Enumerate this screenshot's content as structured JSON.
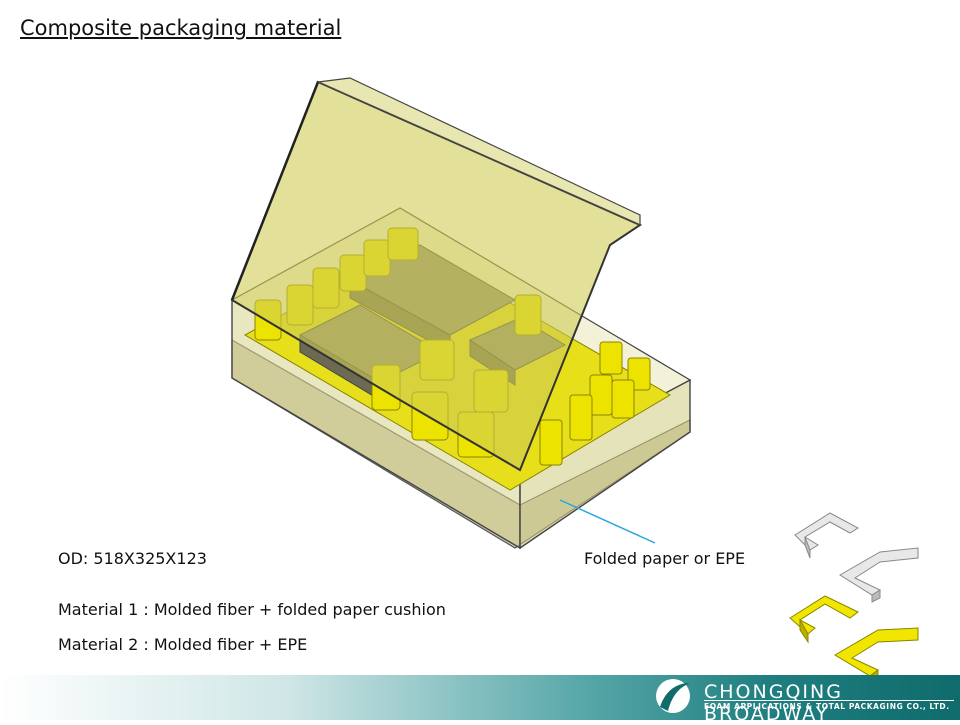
{
  "slide": {
    "title": "Composite packaging material"
  },
  "specs": {
    "od": "OD: 518X325X123",
    "material_1": "Material 1 : Molded fiber + folded paper cushion",
    "material_2": "Material 2 : Molded fiber + EPE"
  },
  "callout": {
    "label": "Folded paper or EPE"
  },
  "footer": {
    "company_name": "CHONGQING BROADWAY",
    "tagline": "FOAM APPLICATIONS & TOTAL PACKAGING CO., LTD."
  },
  "colors": {
    "box_tint": "#d8d57a",
    "insert_yellow": "#e8e000",
    "product_gray": "#8c8a6a",
    "callout_line": "#2aa7e0",
    "footer_teal": "#0f6b6c"
  },
  "icons": {
    "logo": "crescent-logo-icon",
    "gray_cushion": "gray-foam-corner-icon",
    "yellow_cushion": "yellow-foam-corner-icon"
  }
}
